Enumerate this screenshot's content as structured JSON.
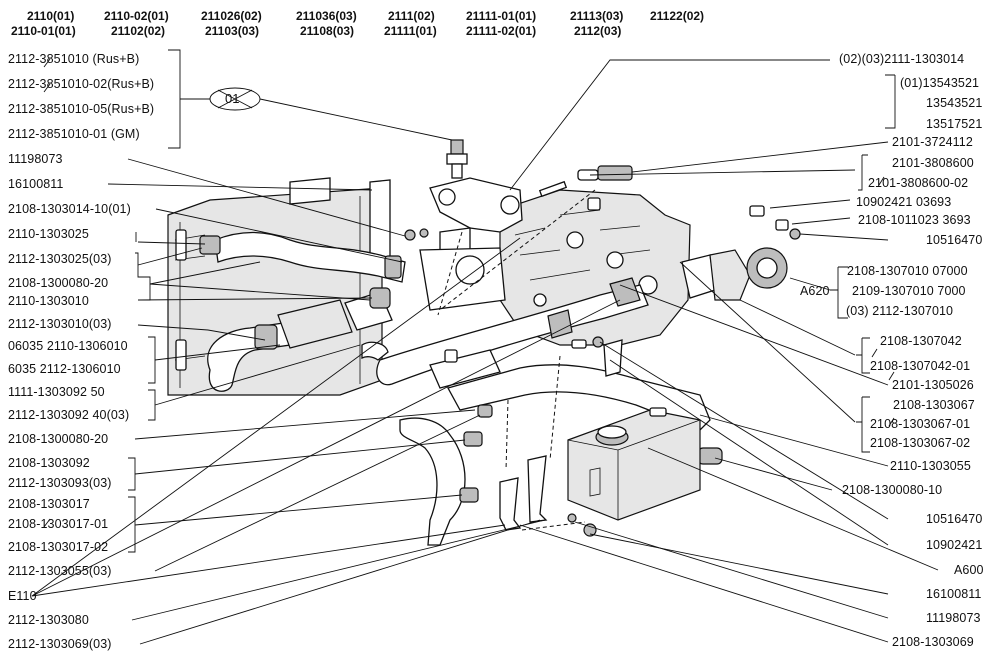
{
  "header": {
    "models": [
      [
        "2110(01)",
        "2110-01(01)"
      ],
      [
        "2110-02(01)",
        "21102(02)"
      ],
      [
        "211026(02)",
        "21103(03)"
      ],
      [
        "211036(03)",
        "21108(03)"
      ],
      [
        "2111(02)",
        "21111(01)"
      ],
      [
        "21111-01(01)",
        "21111-02(01)"
      ],
      [
        "21113(03)",
        "2112(03)"
      ],
      [
        "21122(02)",
        ""
      ]
    ]
  },
  "circled_note": "01",
  "left_labels": [
    "2112-3851010   (Rus+B)",
    "2112-3851010-02(Rus+B)",
    "2112-3851010-05(Rus+B)",
    "2112-3851010-01   (GM)",
    "11198073",
    "16100811",
    "2108-1303014-10(01)",
    "2110-1303025",
    "2112-1303025(03)",
    "2108-1300080-20",
    "2110-1303010",
    "2112-1303010(03)",
    "06035 2110-1306010",
    "6035  2112-1306010",
    "1111-1303092  50",
    "2112-1303092 40(03)",
    "2108-1300080-20",
    "2108-1303092",
    "2112-1303093(03)",
    "2108-1303017",
    "2108-1303017-01",
    "2108-1303017-02",
    "2112-1303055(03)",
    "E110",
    "2112-1303080",
    "2112-1303069(03)"
  ],
  "right_labels": [
    "(02)(03)2111-1303014",
    "(01)13543521",
    "13543521",
    "13517521",
    "2101-3724112",
    "2101-3808600",
    "2101-3808600-02",
    "10902421 03693",
    "2108-1011023 3693",
    "10516470",
    "2108-1307010 07000",
    "2109-1307010 7000",
    "(03)   2112-1307010",
    "A620",
    "2108-1307042",
    "2108-1307042-01",
    "2101-1305026",
    "2108-1303067",
    "2108-1303067-01",
    "2108-1303067-02",
    "2110-1303055",
    "2108-1300080-10",
    "10516470",
    "10902421",
    "A600",
    "16100811",
    "11198073",
    "2108-1303069"
  ]
}
